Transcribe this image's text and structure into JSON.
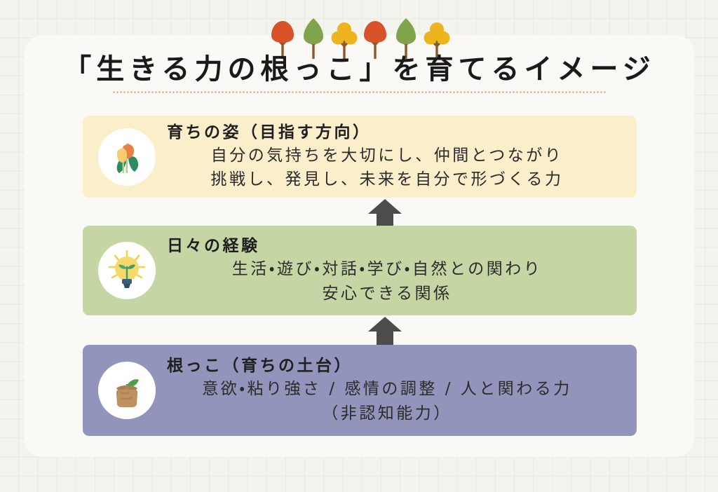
{
  "title": {
    "text": "「生きる力の根っこ」を育てるイメージ",
    "underline_color": "#e8926b"
  },
  "decor": {
    "tree_row_name": "tree-row",
    "trees": [
      {
        "shape": "round",
        "crown_color": "#d9532a",
        "trunk_color": "#8a5a2b"
      },
      {
        "shape": "oval",
        "crown_color": "#7fa44b",
        "trunk_color": "#8a5a2b"
      },
      {
        "shape": "lobed",
        "crown_color": "#edb41e",
        "trunk_color": "#8a5a2b"
      },
      {
        "shape": "round",
        "crown_color": "#d9532a",
        "trunk_color": "#8a5a2b"
      },
      {
        "shape": "oval",
        "crown_color": "#7fa44b",
        "trunk_color": "#8a5a2b"
      },
      {
        "shape": "lobed",
        "crown_color": "#edb41e",
        "trunk_color": "#8a5a2b"
      }
    ]
  },
  "layers": [
    {
      "id": "top",
      "icon_name": "tulip-icon",
      "background": "#fbeecb",
      "heading": "育ちの姿（目指す方向）",
      "body_lines": [
        "自分の気持ちを大切にし、仲間とつながり",
        "挑戦し、発見し、未来を自分で形づくる力"
      ]
    },
    {
      "id": "middle",
      "icon_name": "lightbulb-sprout-icon",
      "background": "#c5d5a4",
      "heading": "日々の経験",
      "body_lines": [
        "生活・遊び・対話・学び・自然との関わり",
        "安心できる関係"
      ]
    },
    {
      "id": "bottom",
      "icon_name": "seedling-bag-icon",
      "background": "#9294bb",
      "heading": "根っこ（育ちの土台）",
      "body_lines": [
        "意欲・粘り強さ / 感情の調整 / 人と関わる力",
        "（非認知能力）"
      ]
    }
  ],
  "arrows": {
    "color": "#4c4c4c",
    "upper_name": "arrow-up-to-growth",
    "lower_name": "arrow-up-to-experience"
  }
}
